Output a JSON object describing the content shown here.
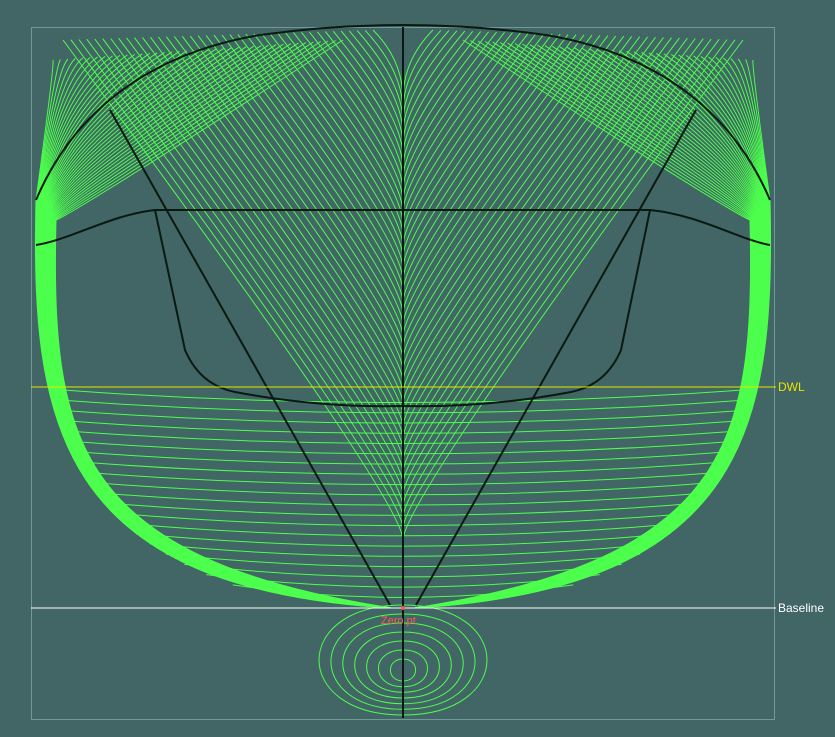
{
  "colors": {
    "background": "#426565",
    "frame": "#6f9a9a",
    "stations": "#4dff4d",
    "outline": "#0a1a10",
    "dwl": "#e6e600",
    "baseline": "#ffffff",
    "zero_point": "#ff5a50"
  },
  "labels": {
    "dwl": "DWL",
    "baseline": "Baseline",
    "zero_point": "Zero pt"
  },
  "view": {
    "type": "body-plan",
    "station_count": 40,
    "keel_contour_count": 7
  }
}
